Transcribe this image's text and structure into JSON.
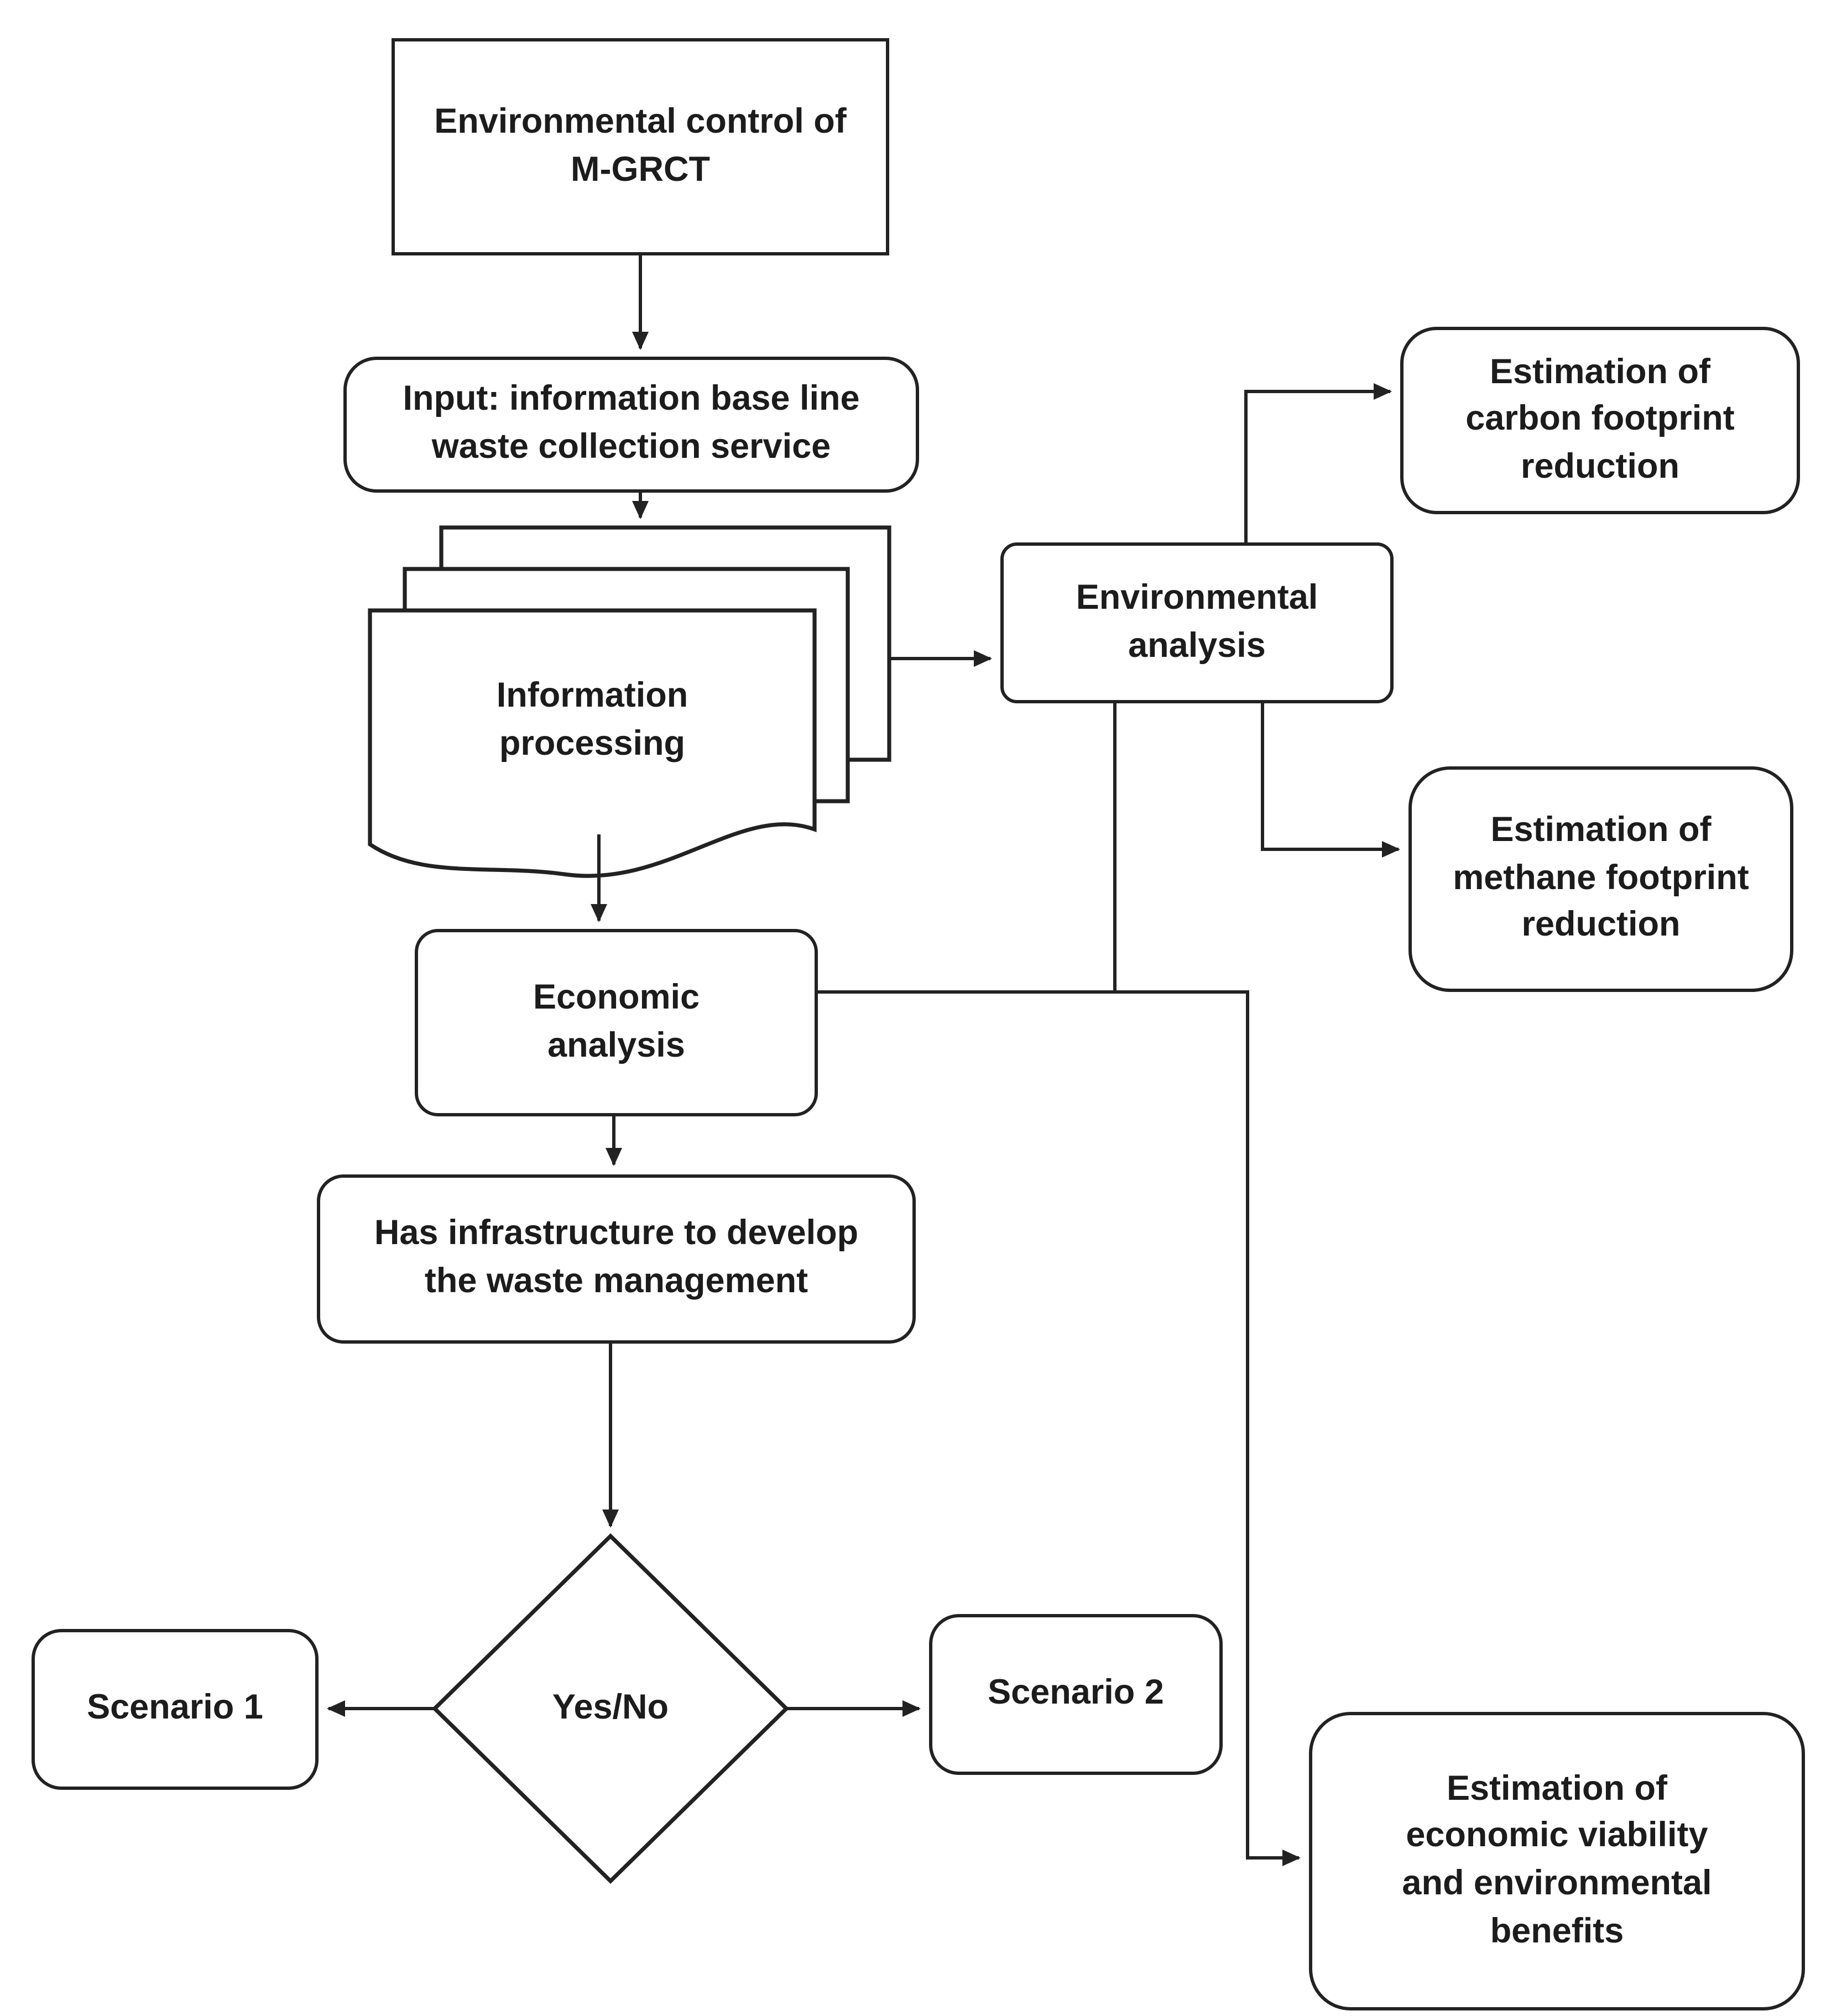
{
  "diagram": {
    "title": "Environmental control flowchart of M-GRCT",
    "background_color": "#ffffff",
    "line_color": "#222222",
    "text_color": "#1c1c1c",
    "nodes": {
      "start": {
        "label": "Environmental control of\nM-GRCT",
        "shape": "rectangle"
      },
      "input": {
        "label": "Input: information base line\nwaste collection service",
        "shape": "rounded-rectangle"
      },
      "processing": {
        "label": "Information\nprocessing",
        "shape": "multi-document"
      },
      "env_analysis": {
        "label": "Environmental\nanalysis",
        "shape": "rounded-rectangle"
      },
      "carbon": {
        "label": "Estimation of\ncarbon footprint\nreduction",
        "shape": "rounded-rectangle"
      },
      "methane": {
        "label": "Estimation of\nmethane footprint\nreduction",
        "shape": "rounded-rectangle"
      },
      "economic": {
        "label": "Economic\nanalysis",
        "shape": "rounded-rectangle"
      },
      "infrastructure": {
        "label": "Has infrastructure to develop\nthe waste management",
        "shape": "rounded-rectangle"
      },
      "decision": {
        "label": "Yes/No",
        "shape": "diamond"
      },
      "scenario1": {
        "label": "Scenario 1",
        "shape": "rounded-rectangle"
      },
      "scenario2": {
        "label": "Scenario 2",
        "shape": "rounded-rectangle"
      },
      "viability": {
        "label": "Estimation of\neconomic viability\nand environmental\nbenefits",
        "shape": "rounded-rectangle"
      }
    },
    "edges": [
      {
        "from": "start",
        "to": "input",
        "style": "arrow-down"
      },
      {
        "from": "input",
        "to": "processing",
        "style": "arrow-down"
      },
      {
        "from": "processing",
        "to": "env_analysis",
        "style": "arrow-right"
      },
      {
        "from": "env_analysis",
        "to": "carbon",
        "style": "up-then-right-arrow"
      },
      {
        "from": "env_analysis",
        "to": "methane",
        "style": "down-then-right-arrow"
      },
      {
        "from": "env_analysis",
        "to": "economic-viability-line",
        "style": "down-junction"
      },
      {
        "from": "processing",
        "to": "economic",
        "style": "arrow-down"
      },
      {
        "from": "economic",
        "to": "infrastructure",
        "style": "arrow-down"
      },
      {
        "from": "economic",
        "to": "viability",
        "style": "right-down-right-arrow"
      },
      {
        "from": "infrastructure",
        "to": "decision",
        "style": "arrow-down"
      },
      {
        "from": "decision",
        "to": "scenario1",
        "style": "arrow-left"
      },
      {
        "from": "decision",
        "to": "scenario2",
        "style": "arrow-right"
      }
    ]
  }
}
